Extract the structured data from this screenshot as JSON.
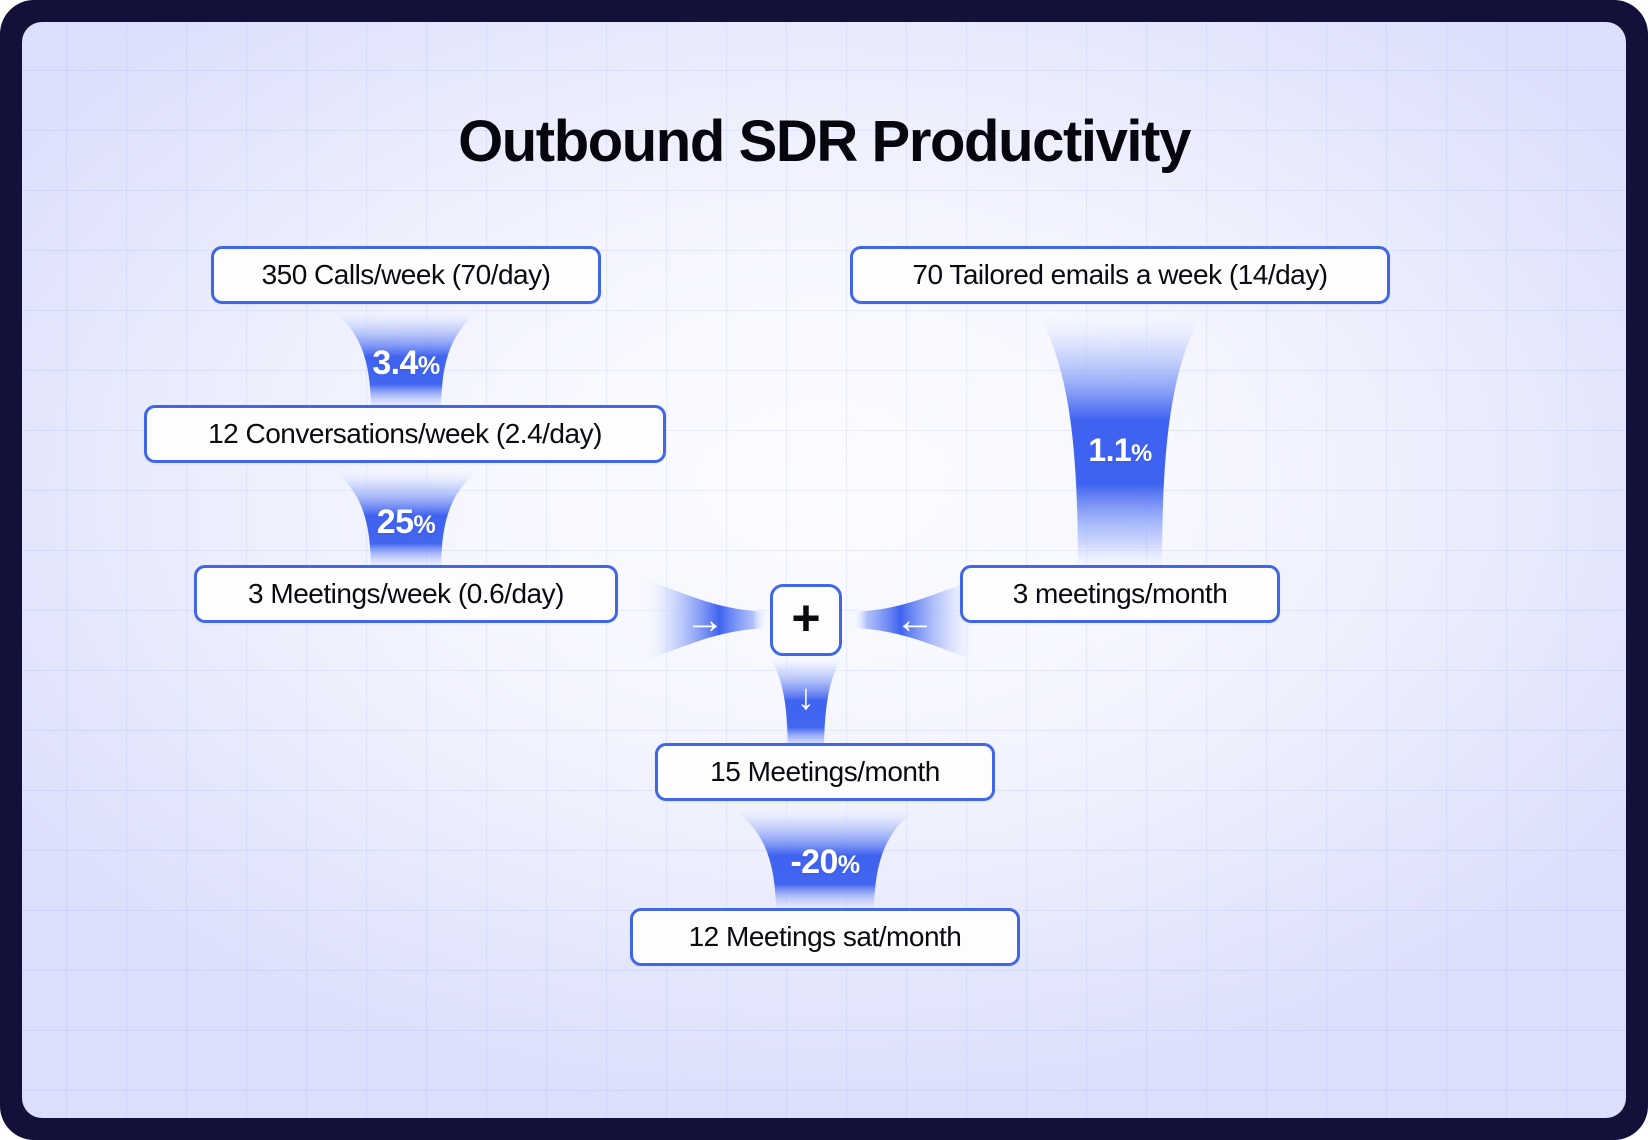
{
  "page": {
    "title": "Outbound SDR Productivity",
    "frame_color": "#131139",
    "accent_color": "#4068e6",
    "funnel_color": "#3f63f0",
    "background_color": "#eceefd"
  },
  "nodes": {
    "calls": "350 Calls/week (70/day)",
    "emails": "70 Tailored emails a week (14/day)",
    "conversations": "12 Conversations/week (2.4/day)",
    "meetings_week": "3 Meetings/week (0.6/day)",
    "meetings_month_email": "3 meetings/month",
    "combine": "+",
    "meetings_total": "15 Meetings/month",
    "meetings_sat": "12 Meetings sat/month"
  },
  "connectors": {
    "calls_to_conversations": {
      "value": "3.4",
      "unit": "%"
    },
    "conversations_to_meetings": {
      "value": "25",
      "unit": "%"
    },
    "emails_to_meetings": {
      "value": "1.1",
      "unit": "%"
    },
    "total_to_sat": {
      "value": "-20",
      "unit": "%"
    },
    "left_join_arrow": "→",
    "right_join_arrow": "←",
    "down_arrow": "↓"
  },
  "chart_data": {
    "type": "diagram",
    "title": "Outbound SDR Productivity",
    "subtitle": "",
    "nodes": [
      {
        "id": "calls",
        "label": "350 Calls/week (70/day)",
        "value": 350,
        "period": "week",
        "per_day": 70,
        "channel": "calls",
        "level": 0
      },
      {
        "id": "emails",
        "label": "70 Tailored emails a week (14/day)",
        "value": 70,
        "period": "week",
        "per_day": 14,
        "channel": "email",
        "level": 0
      },
      {
        "id": "conversations",
        "label": "12 Conversations/week (2.4/day)",
        "value": 12,
        "period": "week",
        "per_day": 2.4,
        "channel": "calls",
        "level": 1
      },
      {
        "id": "meetings_week",
        "label": "3 Meetings/week (0.6/day)",
        "value": 3,
        "period": "week",
        "per_day": 0.6,
        "channel": "calls",
        "level": 2
      },
      {
        "id": "meetings_month_email",
        "label": "3 meetings/month",
        "value": 3,
        "period": "month",
        "channel": "email",
        "level": 2
      },
      {
        "id": "combine",
        "label": "+",
        "level": 2
      },
      {
        "id": "meetings_total",
        "label": "15 Meetings/month",
        "value": 15,
        "period": "month",
        "level": 3
      },
      {
        "id": "meetings_sat",
        "label": "12 Meetings sat/month",
        "value": 12,
        "period": "month",
        "level": 4
      }
    ],
    "edges": [
      {
        "from": "calls",
        "to": "conversations",
        "label": "3.4%",
        "rate": 3.4,
        "shape": "funnel",
        "direction": "down"
      },
      {
        "from": "conversations",
        "to": "meetings_week",
        "label": "25%",
        "rate": 25,
        "shape": "funnel",
        "direction": "down"
      },
      {
        "from": "emails",
        "to": "meetings_month_email",
        "label": "1.1%",
        "rate": 1.1,
        "shape": "funnel",
        "direction": "down"
      },
      {
        "from": "meetings_week",
        "to": "combine",
        "label": "",
        "shape": "funnel",
        "direction": "right"
      },
      {
        "from": "meetings_month_email",
        "to": "combine",
        "label": "",
        "shape": "funnel",
        "direction": "left"
      },
      {
        "from": "combine",
        "to": "meetings_total",
        "label": "",
        "shape": "funnel",
        "direction": "down"
      },
      {
        "from": "meetings_total",
        "to": "meetings_sat",
        "label": "-20%",
        "rate": -20,
        "shape": "funnel",
        "direction": "down"
      }
    ],
    "legend": [],
    "grid": true
  }
}
